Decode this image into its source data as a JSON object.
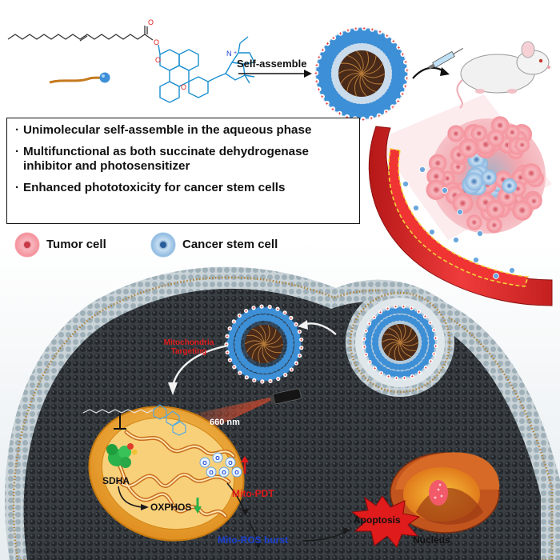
{
  "assembly_label": "Self-assemble",
  "features": [
    "Unimolecular self-assemble in the aqueous phase",
    "Multifunctional as both succinate dehydrogenase inhibitor and photosensitizer",
    "Enhanced phototoxicity for cancer stem cells"
  ],
  "legend": {
    "tumor_cell": "Tumor cell",
    "cancer_stem_cell": "Cancer stem cell"
  },
  "labels": {
    "mito_targeting_1": "Mitochondria",
    "mito_targeting_2": "Targeting",
    "wavelength": "660 nm",
    "sdha": "SDHA",
    "oxphos": "OXPHOS",
    "mito_pdt": "Mito-PDT",
    "ros_burst": "Mito-ROS burst",
    "apoptosis": "Apoptosis",
    "nucleus": "Nucleus"
  },
  "colors": {
    "tumor_cell": "#f4a3aa",
    "stem_cell": "#9fc6e8",
    "micelle_shell": "#3d8fd6",
    "micelle_core": "#4a2a18",
    "vessel": "#d92a2a",
    "cell_interior": "#2e3236",
    "mitochondrion": "#f0a838",
    "accent_red": "#e01b1b",
    "accent_blue": "#1a3fd0"
  }
}
